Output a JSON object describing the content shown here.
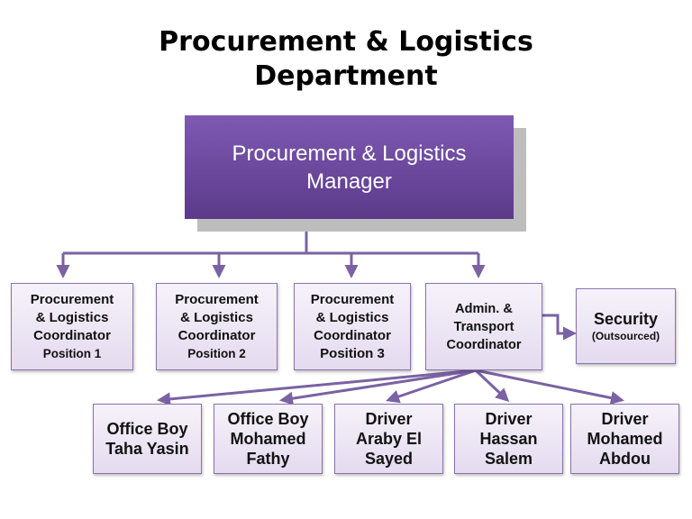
{
  "title": {
    "line1": "Procurement & Logistics",
    "line2": "Department"
  },
  "manager": {
    "line1": "Procurement & Logistics",
    "line2": "Manager"
  },
  "coordinators": [
    {
      "line1": "Procurement",
      "line2": "& Logistics",
      "line3": "Coordinator",
      "line4": "Position 1"
    },
    {
      "line1": "Procurement",
      "line2": "& Logistics",
      "line3": "Coordinator",
      "line4": "Position 2"
    },
    {
      "line1": "Procurement",
      "line2": "& Logistics",
      "line3": "Coordinator",
      "line4": "Position 3"
    }
  ],
  "admin": {
    "line1": "Admin. &",
    "line2": "Transport",
    "line3": "Coordinator"
  },
  "security": {
    "main": "Security",
    "sub": "(Outsourced)"
  },
  "staff": [
    {
      "line1": "Office Boy",
      "line2": "Taha Yasin"
    },
    {
      "line1": "Office Boy",
      "line2": "Mohamed",
      "line3": "Fathy"
    },
    {
      "line1": "Driver",
      "line2": "Araby El",
      "line3": "Sayed"
    },
    {
      "line1": "Driver",
      "line2": "Hassan",
      "line3": "Salem"
    },
    {
      "line1": "Driver",
      "line2": "Mohamed",
      "line3": "Abdou"
    }
  ],
  "colors": {
    "connector": "#7a62a3",
    "manager_fill": "#6a46a0",
    "box_border": "#8a73ad"
  }
}
